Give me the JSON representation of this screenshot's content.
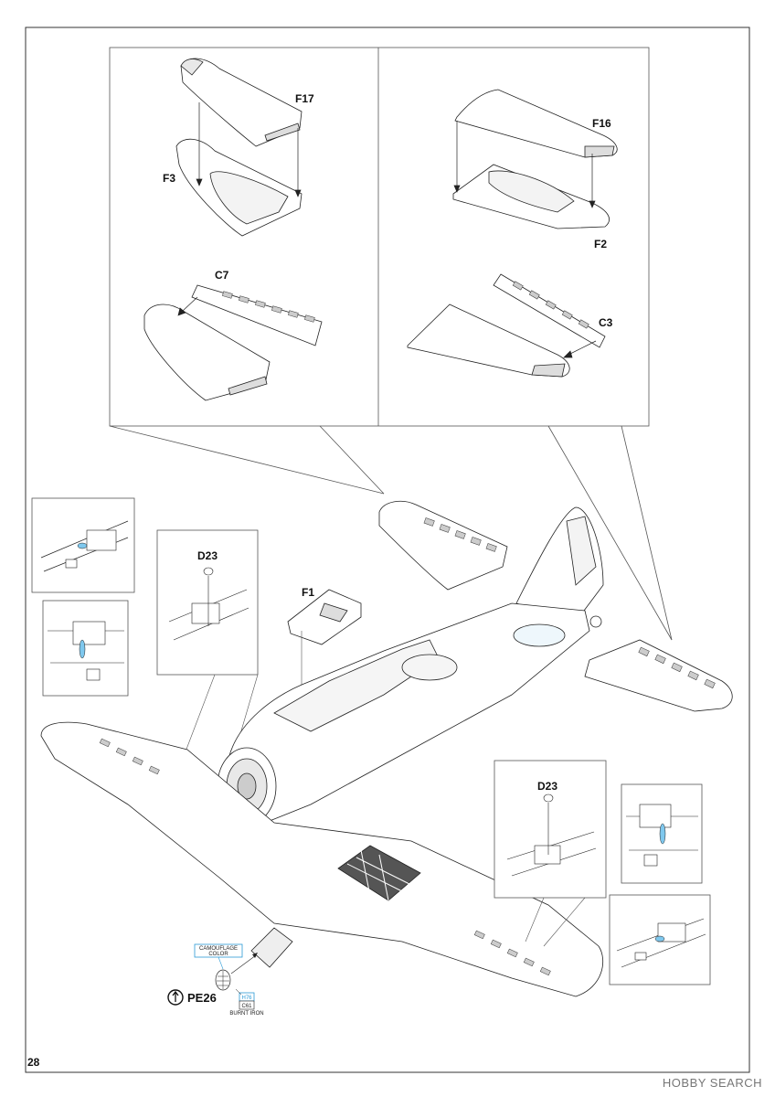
{
  "parts": {
    "f17": "F17",
    "f3": "F3",
    "f16": "F16",
    "f2": "F2",
    "c7": "C7",
    "c3": "C3",
    "d23_left": "D23",
    "d23_right": "D23",
    "f1": "F1",
    "pe26": "PE26"
  },
  "paint_callout": {
    "camouflage_line1": "CAMOUFLAGE",
    "camouflage_line2": "COLOR",
    "code_h": "H76",
    "code_c": "C61",
    "color_name": "BURNT IRON"
  },
  "page_number": "28",
  "watermark": "HOBBY SEARCH"
}
